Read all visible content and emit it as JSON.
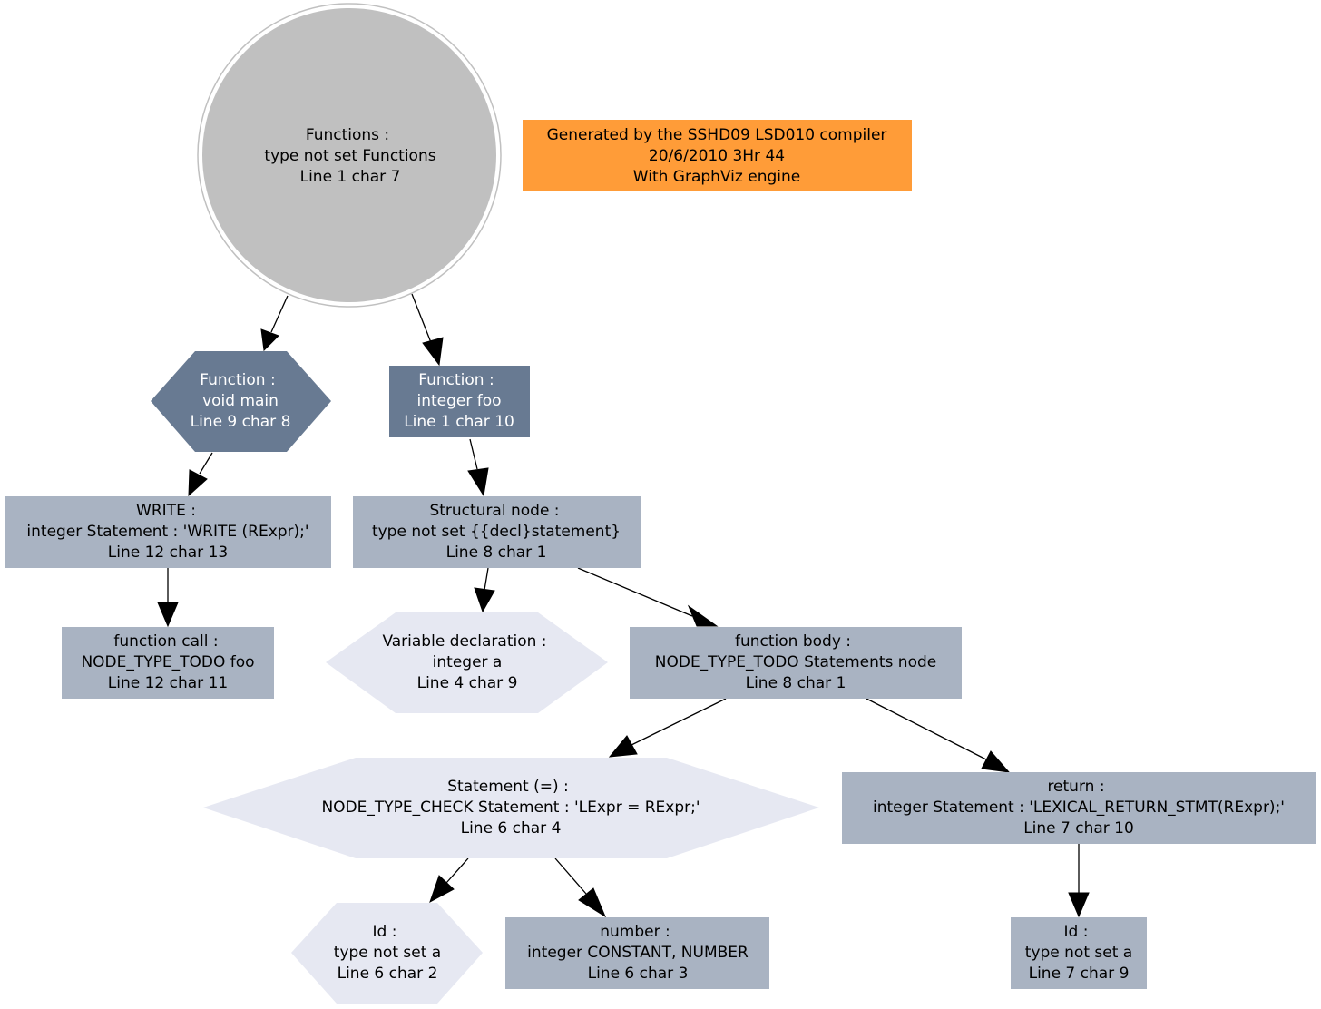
{
  "colors": {
    "root_fill": "#c0c0c0",
    "dark_node_fill": "#687a92",
    "medium_node_fill": "#a9b3c2",
    "light_node_fill": "#e6e8f2",
    "note_fill": "#ff9c38",
    "edge": "#000000"
  },
  "note": {
    "lines": [
      "Generated by the SSHD09 LSD010 compiler",
      "20/6/2010 3Hr 44",
      "With GraphViz engine"
    ]
  },
  "nodes": {
    "functions": {
      "lines": [
        "Functions :",
        "type not set Functions",
        "Line 1 char 7"
      ]
    },
    "function_main": {
      "lines": [
        "Function :",
        "void main",
        "Line 9 char 8"
      ]
    },
    "function_foo": {
      "lines": [
        "Function :",
        "integer foo",
        "Line 1 char 10"
      ]
    },
    "write": {
      "lines": [
        "WRITE :",
        "integer Statement : 'WRITE (RExpr);'",
        "Line 12 char 13"
      ]
    },
    "structural": {
      "lines": [
        "Structural node :",
        "type not set {{decl}statement}",
        "Line 8 char 1"
      ]
    },
    "function_call": {
      "lines": [
        "function call :",
        "NODE_TYPE_TODO foo",
        "Line 12 char 11"
      ]
    },
    "var_decl": {
      "lines": [
        "Variable declaration :",
        "integer a",
        "Line 4 char 9"
      ]
    },
    "function_body": {
      "lines": [
        "function body :",
        "NODE_TYPE_TODO Statements node",
        "Line 8 char 1"
      ]
    },
    "statement_assign": {
      "lines": [
        "Statement (=) :",
        "NODE_TYPE_CHECK Statement : 'LExpr = RExpr;'",
        "Line 6 char 4"
      ]
    },
    "return": {
      "lines": [
        "return :",
        "integer Statement : 'LEXICAL_RETURN_STMT(RExpr);'",
        "Line 7 char 10"
      ]
    },
    "id_a_6": {
      "lines": [
        "Id :",
        "type not set a",
        "Line 6 char 2"
      ]
    },
    "number": {
      "lines": [
        "number :",
        "integer CONSTANT, NUMBER",
        "Line 6 char 3"
      ]
    },
    "id_a_7": {
      "lines": [
        "Id :",
        "type not set a",
        "Line 7 char 9"
      ]
    }
  },
  "edges": [
    {
      "from": "functions",
      "to": "function_main"
    },
    {
      "from": "functions",
      "to": "function_foo"
    },
    {
      "from": "function_main",
      "to": "write"
    },
    {
      "from": "function_foo",
      "to": "structural"
    },
    {
      "from": "write",
      "to": "function_call"
    },
    {
      "from": "structural",
      "to": "var_decl"
    },
    {
      "from": "structural",
      "to": "function_body"
    },
    {
      "from": "function_body",
      "to": "statement_assign"
    },
    {
      "from": "function_body",
      "to": "return"
    },
    {
      "from": "statement_assign",
      "to": "id_a_6"
    },
    {
      "from": "statement_assign",
      "to": "number"
    },
    {
      "from": "return",
      "to": "id_a_7"
    }
  ]
}
